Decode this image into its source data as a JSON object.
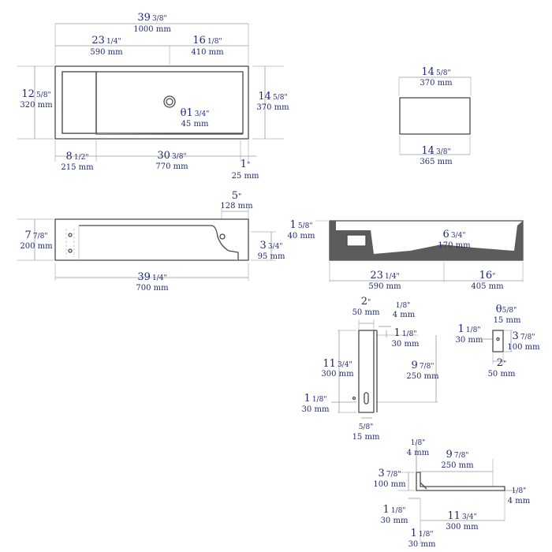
{
  "units": {
    "inch_mark": "\"",
    "mm": "mm"
  },
  "top_view": {
    "overall_width": {
      "whole": "39",
      "frac": "3/8",
      "mm": "1000 mm"
    },
    "left_part": {
      "whole": "23",
      "frac": "1/4",
      "mm": "590 mm"
    },
    "right_part": {
      "whole": "16",
      "frac": "1/8",
      "mm": "410 mm"
    },
    "depth_left": {
      "whole": "12",
      "frac": "5/8",
      "mm": "320 mm"
    },
    "depth_right": {
      "whole": "14",
      "frac": "5/8",
      "mm": "370 mm"
    },
    "drain": {
      "symbol": "θ1",
      "frac": "3/4",
      "mm": "45 mm"
    },
    "shelf_width": {
      "whole": "8",
      "frac": "1/2",
      "mm": "215 mm"
    },
    "basin_width": {
      "whole": "30",
      "frac": "3/8",
      "mm": "770 mm"
    },
    "rim": {
      "whole": "1",
      "mm": "25 mm"
    }
  },
  "side_view": {
    "top_width": {
      "whole": "14",
      "frac": "5/8",
      "mm": "370 mm"
    },
    "bottom_width": {
      "whole": "14",
      "frac": "3/8",
      "mm": "365 mm"
    }
  },
  "front_view": {
    "drain_offset": {
      "whole": "5",
      "mm": "128 mm"
    },
    "height": {
      "whole": "7",
      "frac": "7/8",
      "mm": "200 mm"
    },
    "inner_height": {
      "whole": "3",
      "frac": "3/4",
      "mm": "95 mm"
    },
    "width": {
      "whole": "39",
      "frac": "1/4",
      "mm": "700 mm"
    }
  },
  "section_view": {
    "rim_height": {
      "whole": "1",
      "frac": "5/8",
      "mm": "40 mm"
    },
    "depth": {
      "whole": "6",
      "frac": "3/4",
      "mm": "170 mm"
    },
    "left_width": {
      "whole": "23",
      "frac": "1/4",
      "mm": "590 mm"
    },
    "right_width": {
      "whole": "16",
      "mm": "405 mm"
    }
  },
  "bracket_view": {
    "width": {
      "whole": "2",
      "mm": "50 mm"
    },
    "thickness": {
      "frac": "1/8",
      "mm": "4 mm"
    },
    "top_offset": {
      "whole": "1",
      "frac": "1/8",
      "mm": "30 mm"
    },
    "height": {
      "whole": "11",
      "frac": "3/4",
      "mm": "300 mm"
    },
    "slot_height": {
      "whole": "9",
      "frac": "7/8",
      "mm": "250 mm"
    },
    "bottom_offset": {
      "whole": "1",
      "frac": "1/8",
      "mm": "30 mm"
    },
    "slot_width": {
      "frac": "5/8",
      "mm": "15 mm"
    }
  },
  "plate_view": {
    "hole": {
      "symbol": "θ",
      "frac": "5/8",
      "mm": "15 mm"
    },
    "hole_offset": {
      "whole": "1",
      "frac": "1/8",
      "mm": "30 mm"
    },
    "height": {
      "whole": "3",
      "frac": "7/8",
      "mm": "100 mm"
    },
    "width": {
      "whole": "2",
      "mm": "50 mm"
    }
  },
  "angle_view": {
    "thickness_top": {
      "frac": "1/8",
      "mm": "4 mm"
    },
    "horizontal_length": {
      "whole": "9",
      "frac": "7/8",
      "mm": "250 mm"
    },
    "vertical_height": {
      "whole": "3",
      "frac": "7/8",
      "mm": "100 mm"
    },
    "thickness_right": {
      "frac": "1/8",
      "mm": "4 mm"
    },
    "offset": {
      "whole": "1",
      "frac": "1/8",
      "mm": "30 mm"
    },
    "total_length": {
      "whole": "11",
      "frac": "3/4",
      "mm": "300 mm"
    },
    "bottom_offset": {
      "whole": "1",
      "frac": "1/8",
      "mm": "30 mm"
    }
  }
}
